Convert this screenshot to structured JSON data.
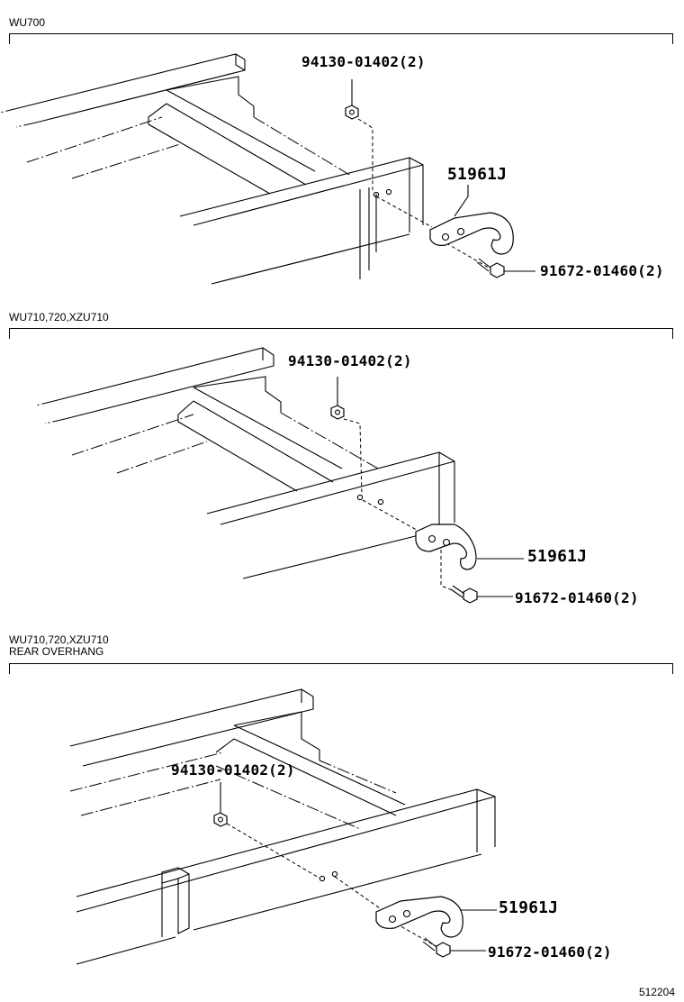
{
  "sections": [
    {
      "label_lines": [
        "WU700"
      ],
      "callouts": {
        "nut": "94130-01402(2)",
        "hook": "51961J",
        "bolt": "91672-01460(2)"
      }
    },
    {
      "label_lines": [
        "WU710,720,XZU710"
      ],
      "callouts": {
        "nut": "94130-01402(2)",
        "hook": "51961J",
        "bolt": "91672-01460(2)"
      }
    },
    {
      "label_lines": [
        "WU710,720,XZU710",
        "REAR OVERHANG"
      ],
      "callouts": {
        "nut": "94130-01402(2)",
        "hook": "51961J",
        "bolt": "91672-01460(2)"
      }
    }
  ],
  "footer_code": "512204"
}
